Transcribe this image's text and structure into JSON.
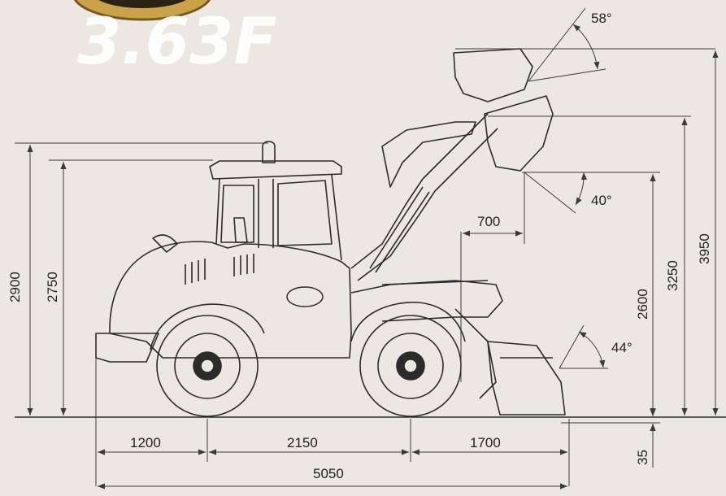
{
  "model_title": "3.63F",
  "colors": {
    "background": "#ece8e1",
    "line": "#2b2b2b",
    "arrow": "#3a3a3a",
    "model_text": "#ffffff",
    "badge": "#caa24a"
  },
  "dimensions": {
    "wheelbase_front": "1200",
    "wheelbase": "2150",
    "rear_overhang": "1700",
    "overall_length": "5050",
    "overall_height": "2900",
    "cab_height": "2750",
    "dump_height": "2600",
    "pin_height": "3250",
    "max_height": "3950",
    "dig_depth": "35",
    "reach": "700"
  },
  "angles": {
    "top_rollback": "58°",
    "dump_angle": "40°",
    "ground_rollback": "44°"
  },
  "icons": {
    "badge": "brand-badge-icon"
  }
}
